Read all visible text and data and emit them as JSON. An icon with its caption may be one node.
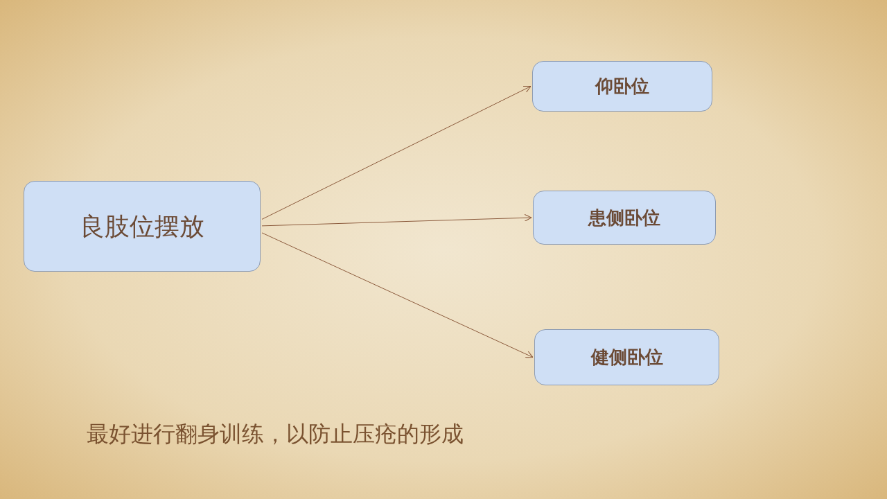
{
  "diagram": {
    "nodes": [
      {
        "text": [
          "良肢位摆放"
        ]
      },
      {
        "text": [
          "仰卧位"
        ]
      },
      {
        "text": [
          "患侧卧位"
        ]
      },
      {
        "text": [
          "健侧卧位"
        ]
      }
    ],
    "edges": [
      {
        "from": 0,
        "to": 1,
        "arrow": "to"
      },
      {
        "from": 0,
        "to": 2,
        "arrow": "to"
      },
      {
        "from": 0,
        "to": 3,
        "arrow": "to"
      }
    ],
    "labels": [
      "最好进行翻身训练，以防止压疮的形成"
    ]
  }
}
